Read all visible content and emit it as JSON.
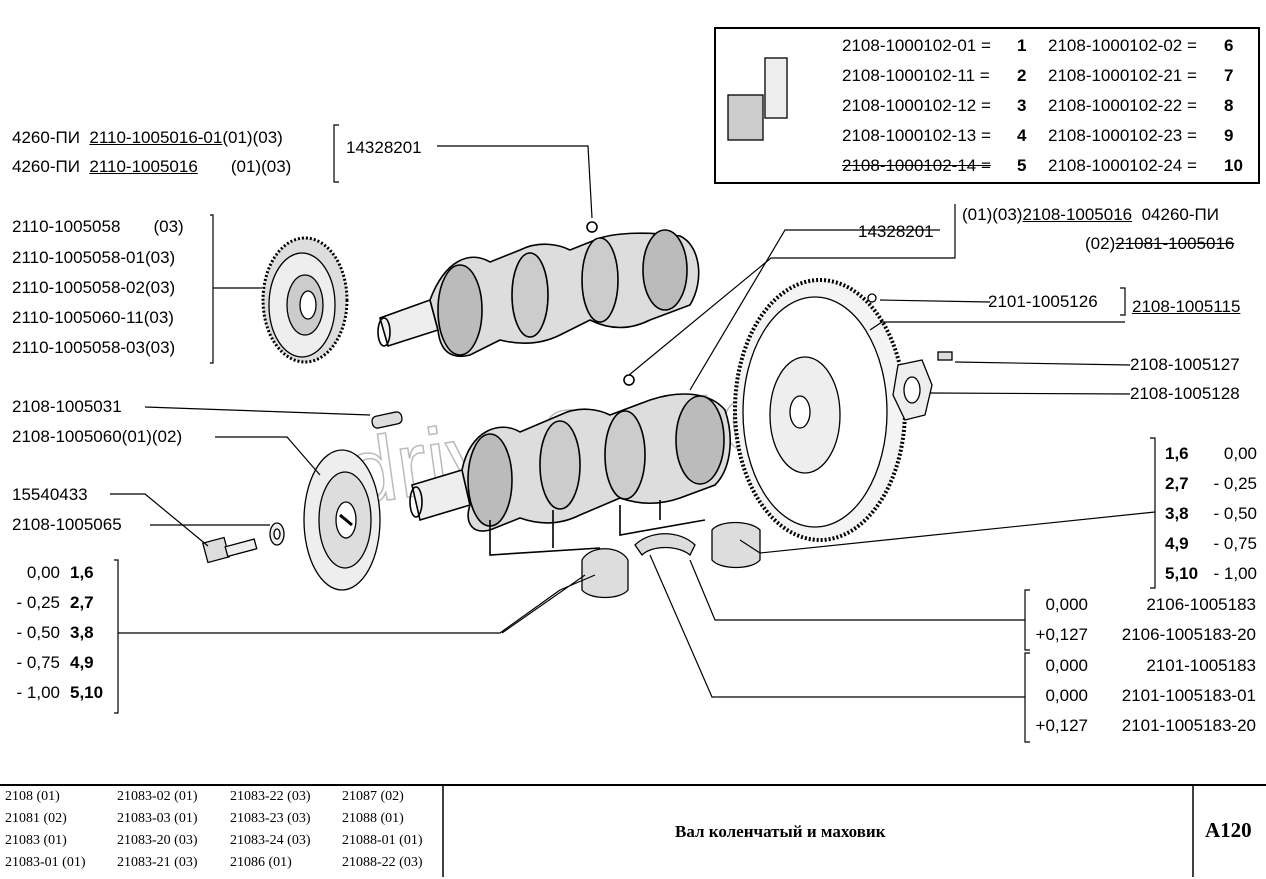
{
  "legend": {
    "rows": [
      {
        "a_code": "2108-1000102-01 =",
        "a_num": "1",
        "b_code": "2108-1000102-02 =",
        "b_num": "6"
      },
      {
        "a_code": "2108-1000102-11 =",
        "a_num": "2",
        "b_code": "2108-1000102-21 =",
        "b_num": "7"
      },
      {
        "a_code": "2108-1000102-12 =",
        "a_num": "3",
        "b_code": "2108-1000102-22 =",
        "b_num": "8"
      },
      {
        "a_code": "2108-1000102-13 =",
        "a_num": "4",
        "b_code": "2108-1000102-23 =",
        "b_num": "9"
      },
      {
        "a_code": "2108-1000102-14 =",
        "a_num": "5",
        "b_code": "2108-1000102-24 =",
        "b_num": "10"
      }
    ]
  },
  "labels": {
    "crank_top_1_pre": "4260-ПИ",
    "crank_top_1_part": "2110-1005016-01",
    "crank_top_1_suf": "(01)(03)",
    "crank_top_2_pre": "4260-ПИ",
    "crank_top_2_part": "2110-1005016",
    "crank_top_2_suf": "(01)(03)",
    "plug_top": "14328201",
    "pulley_1_part": "2110-1005058",
    "pulley_1_suf": "(03)",
    "pulley_2": "2110-1005058-01(03)",
    "pulley_3": "2110-1005058-02(03)",
    "pulley_4": "2110-1005060-11(03)",
    "pulley_5": "2110-1005058-03(03)",
    "plug_mid": "14328201",
    "crank_r1_pre": "(01)(03)",
    "crank_r1_part": "2108-1005016",
    "crank_r1_suf": "04260-ПИ",
    "crank_r2_pre": "(02)",
    "crank_r2_part": "21081-1005016",
    "pin": "2101-1005126",
    "flywheel": "2108-1005115",
    "bolt_fw": "2108-1005127",
    "washer_fw": "2108-1005128",
    "key": "2108-1005031",
    "pulley_low": "2108-1005060(01)(02)",
    "bolt": "15540433",
    "washer": "2108-1005065"
  },
  "main_bearings": [
    {
      "size": "1,6",
      "value": "0,00"
    },
    {
      "size": "2,7",
      "value": "- 0,25"
    },
    {
      "size": "3,8",
      "value": "- 0,50"
    },
    {
      "size": "4,9",
      "value": "- 0,75"
    },
    {
      "size": "5,10",
      "value": "- 1,00"
    }
  ],
  "rod_bearings": [
    {
      "value": "0,00",
      "size": "1,6"
    },
    {
      "value": "- 0,25",
      "size": "2,7"
    },
    {
      "value": "- 0,50",
      "size": "3,8"
    },
    {
      "value": "- 0,75",
      "size": "4,9"
    },
    {
      "value": "- 1,00",
      "size": "5,10"
    }
  ],
  "thrust_1": [
    {
      "value": "0,000",
      "part": "2106-1005183"
    },
    {
      "value": "+0,127",
      "part": "2106-1005183-20"
    }
  ],
  "thrust_2": [
    {
      "value": "0,000",
      "part": "2101-1005183"
    },
    {
      "value": "0,000",
      "part": "2101-1005183-01"
    },
    {
      "value": "+0,127",
      "part": "2101-1005183-20"
    }
  ],
  "watermark": "drive2auto",
  "footer": {
    "models": [
      [
        "2108 (01)",
        "21083-02 (01)",
        "21083-22 (03)",
        "21087 (02)"
      ],
      [
        "21081 (02)",
        "21083-03 (01)",
        "21083-23 (03)",
        "21088 (01)"
      ],
      [
        "21083 (01)",
        "21083-20 (03)",
        "21083-24 (03)",
        "21088-01 (01)"
      ],
      [
        "21083-01 (01)",
        "21083-21 (03)",
        "21086 (01)",
        "21088-22 (03)"
      ]
    ],
    "title": "Вал коленчатый и маховик",
    "code": "A120"
  }
}
